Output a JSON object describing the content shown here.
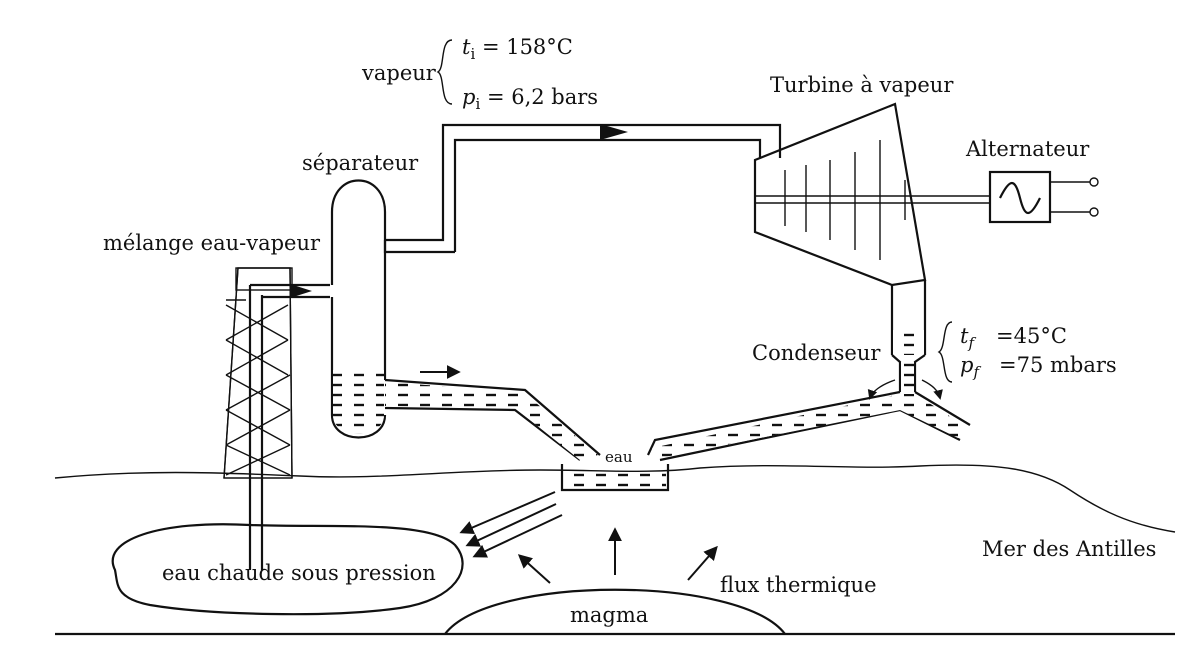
{
  "labels": {
    "vapeur": "vapeur",
    "ti_sym": "t",
    "ti_sub": "i",
    "ti_val": " = 158°C",
    "pi_sym": "p",
    "pi_sub": "i",
    "pi_val": " = 6,2 bars",
    "turbine": "Turbine à vapeur",
    "alternateur": "Alternateur",
    "separateur": "séparateur",
    "melange": "mélange eau-vapeur",
    "condenseur": "Condenseur",
    "tf_sym": "t",
    "tf_sub": "f",
    "tf_val": "=45°C",
    "pf_sym": "p",
    "pf_sub": "f",
    "pf_val": "=75 mbars",
    "eau": "eau",
    "mer": "Mer des Antilles",
    "eau_chaude": "eau chaude sous pression",
    "flux": "flux thermique",
    "magma": "magma"
  }
}
